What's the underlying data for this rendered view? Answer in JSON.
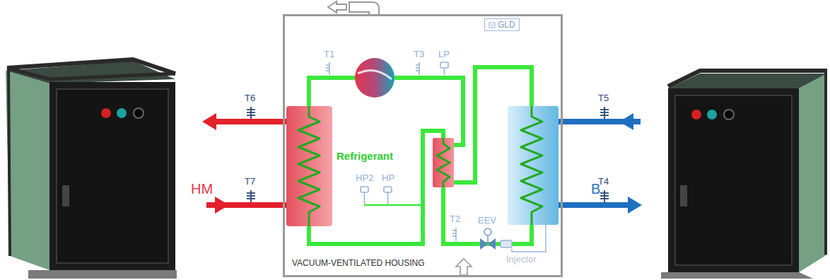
{
  "diagram": {
    "nodes": [
      {
        "text": [
          "VACUUM-VENTILATED HOUSING"
        ]
      },
      {
        "text": [
          "GLD"
        ],
        "in": 0
      }
    ],
    "labels": [
      "T1",
      "T3",
      "LP",
      "T6",
      "HM",
      "T7",
      "Refrigerant",
      "HP2",
      "HP",
      "T2",
      "EEV",
      "Injector",
      "T5",
      "B",
      "T4"
    ]
  }
}
